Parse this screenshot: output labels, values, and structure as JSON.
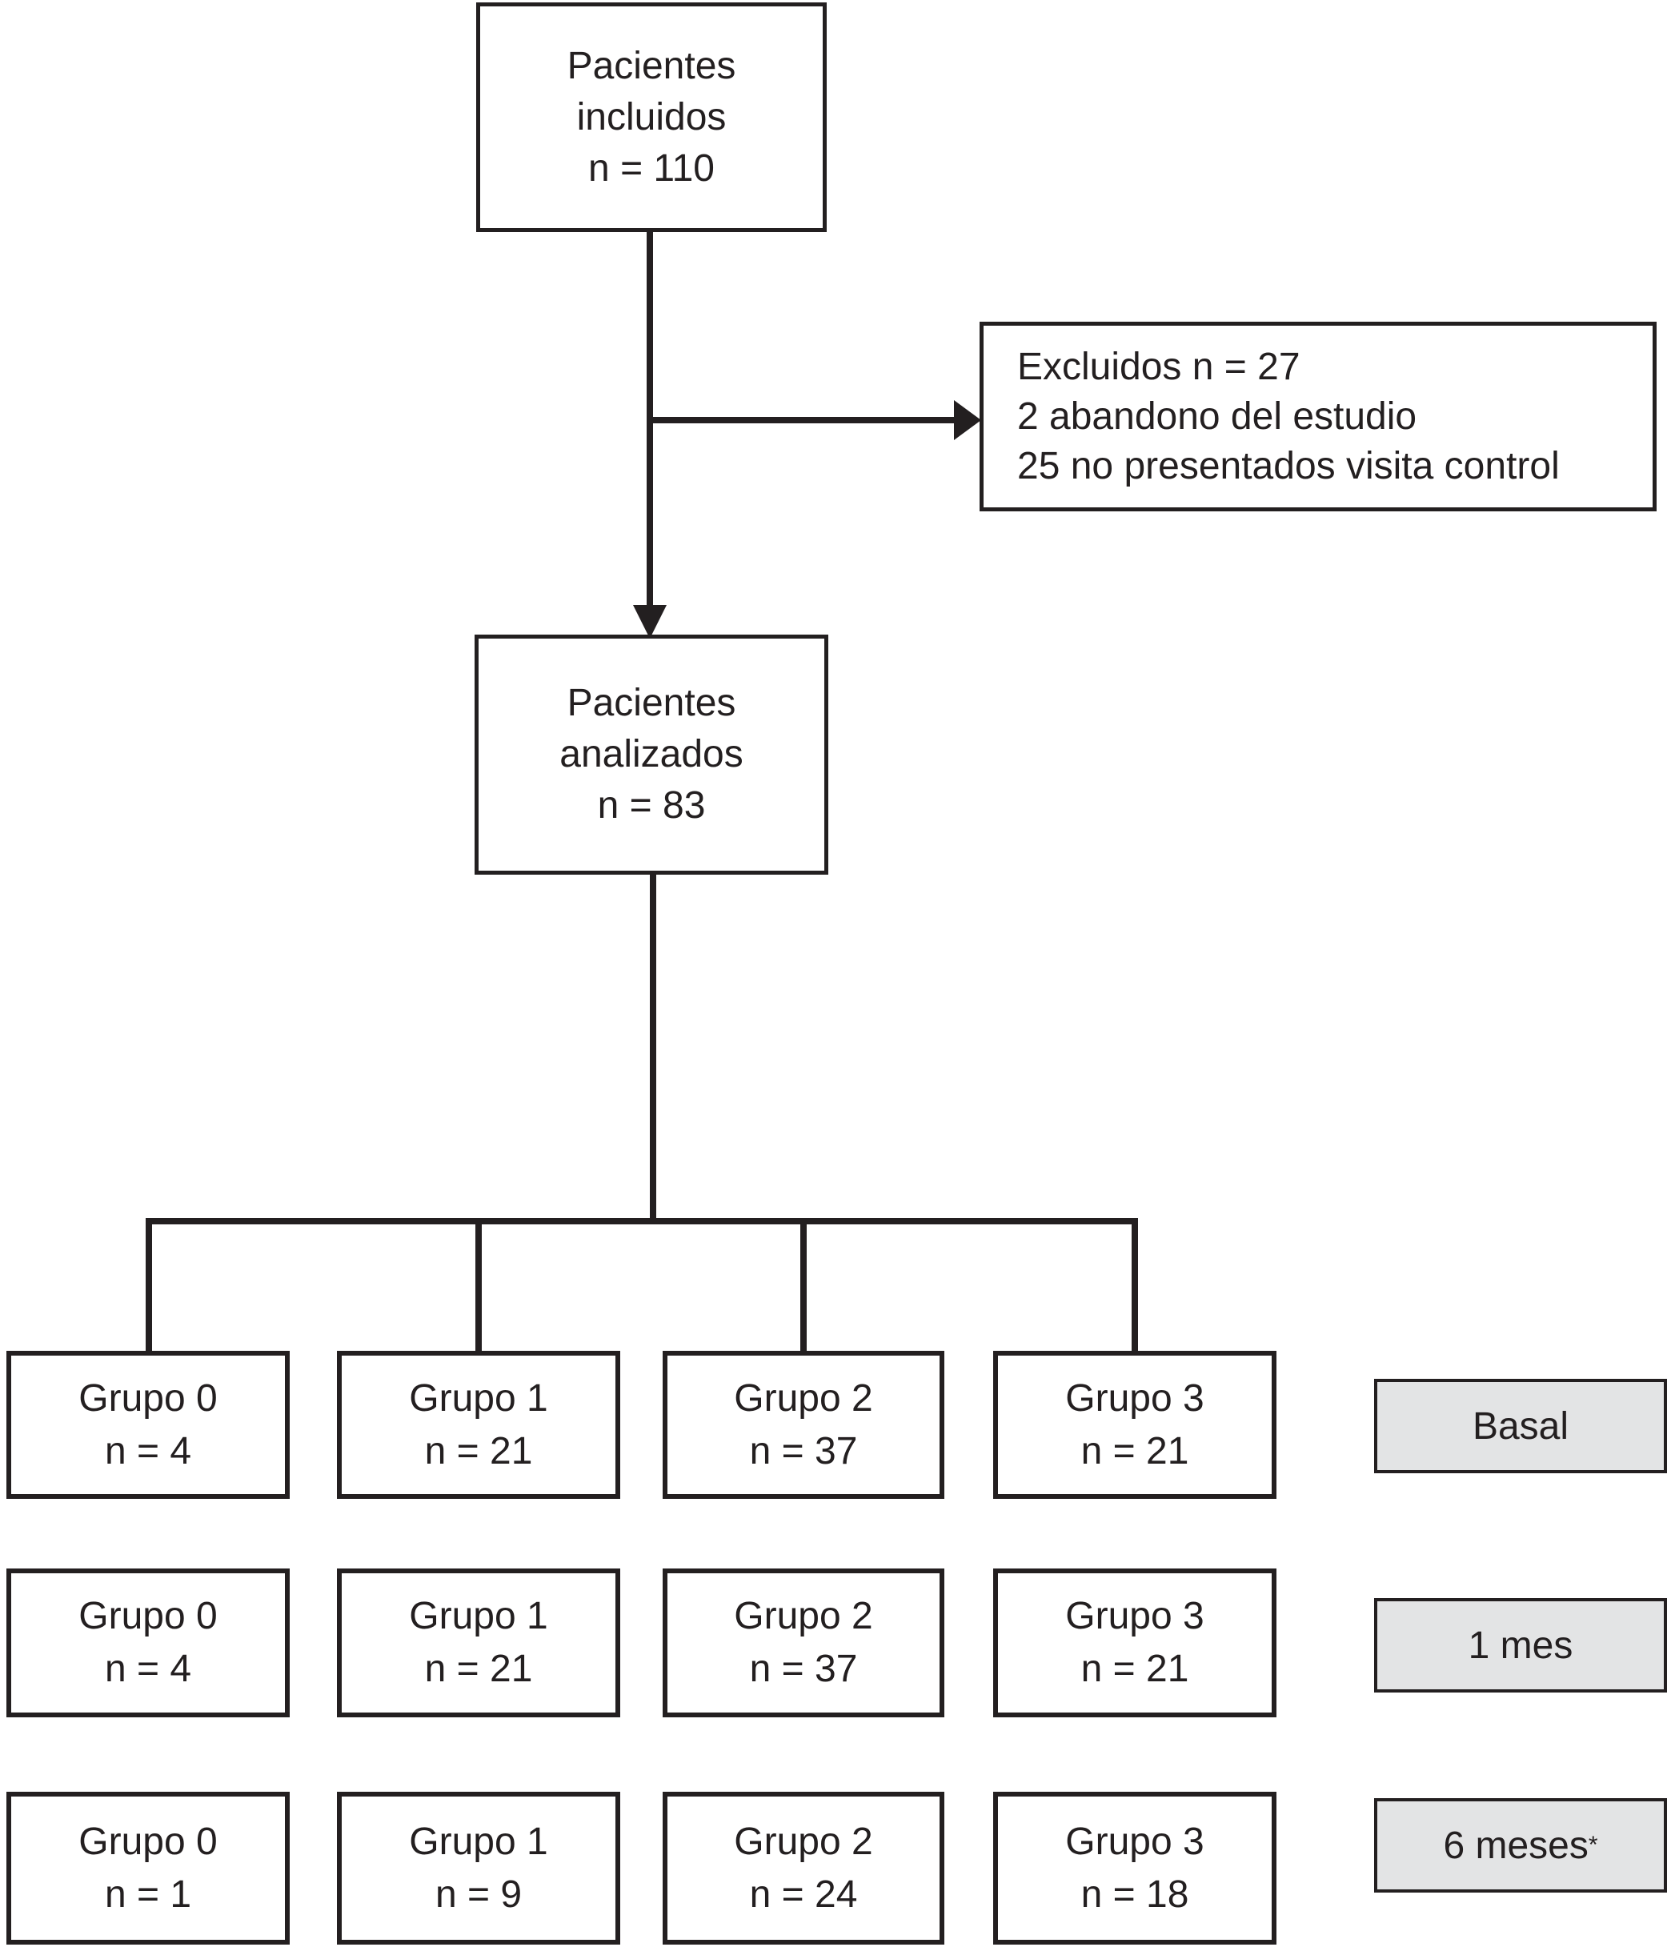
{
  "flow": {
    "included": {
      "line1": "Pacientes",
      "line2": "incluidos",
      "line3": "n = 110"
    },
    "excluded": {
      "line1": "Excluidos n = 27",
      "line2": "2 abandono del estudio",
      "line3": "25 no presentados visita control"
    },
    "analyzed": {
      "line1": "Pacientes",
      "line2": "analizados",
      "line3": "n = 83"
    },
    "timepoints": [
      {
        "label": "Basal",
        "groups": [
          {
            "name": "Grupo 0",
            "n": "n = 4"
          },
          {
            "name": "Grupo 1",
            "n": "n = 21"
          },
          {
            "name": "Grupo 2",
            "n": "n = 37"
          },
          {
            "name": "Grupo 3",
            "n": "n = 21"
          }
        ]
      },
      {
        "label": "1 mes",
        "groups": [
          {
            "name": "Grupo 0",
            "n": "n = 4"
          },
          {
            "name": "Grupo 1",
            "n": "n = 21"
          },
          {
            "name": "Grupo 2",
            "n": "n = 37"
          },
          {
            "name": "Grupo 3",
            "n": "n = 21"
          }
        ]
      },
      {
        "label": "6 meses",
        "label_sup": "*",
        "groups": [
          {
            "name": "Grupo 0",
            "n": "n = 1"
          },
          {
            "name": "Grupo 1",
            "n": "n = 9"
          },
          {
            "name": "Grupo 2",
            "n": "n = 24"
          },
          {
            "name": "Grupo 3",
            "n": "n = 18"
          }
        ]
      }
    ],
    "colors": {
      "line": "#231f20",
      "label_box_fill": "#e3e4e5",
      "background": "#ffffff"
    }
  }
}
